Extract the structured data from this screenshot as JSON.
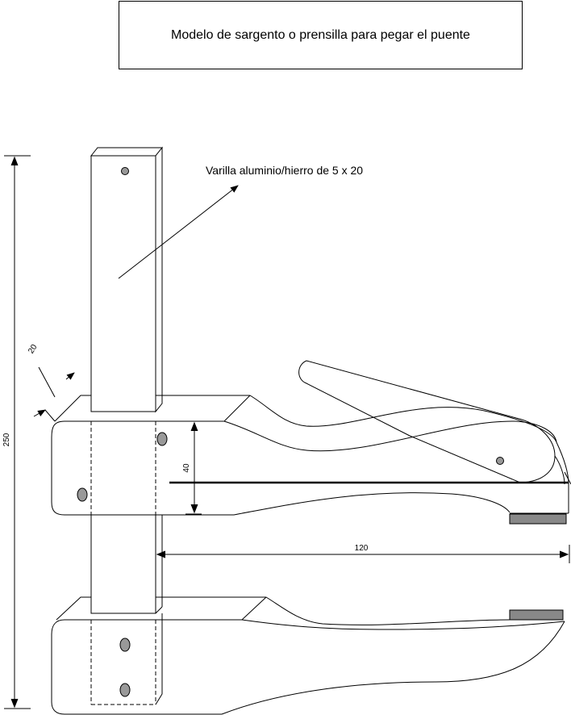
{
  "title": "Modelo de sargento o prensilla para pegar el puente",
  "annotations": {
    "rod_label": "Varilla aluminio/hierro de 5 x 20"
  },
  "dimensions": {
    "total_height": "250",
    "rod_thickness": "20",
    "jaw_height": "40",
    "reach": "120"
  },
  "colors": {
    "stroke": "#000000",
    "hole_fill": "#999999",
    "pad_fill": "#888888"
  }
}
